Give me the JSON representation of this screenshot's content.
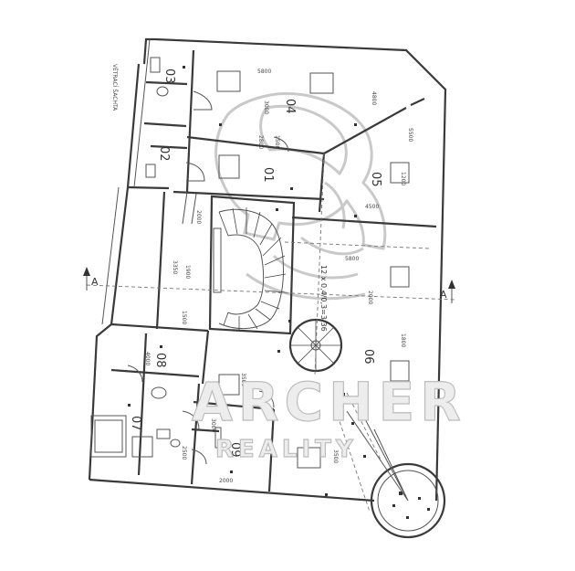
{
  "watermark": {
    "brand_main": "ARCHER",
    "brand_sub": "REALITY"
  },
  "rooms": [
    {
      "id": "r01",
      "label": "01",
      "rotate": 90
    },
    {
      "id": "r02",
      "label": "02",
      "rotate": 90
    },
    {
      "id": "r03",
      "label": "03",
      "rotate": 90
    },
    {
      "id": "r04",
      "label": "04",
      "rotate": 90
    },
    {
      "id": "r05",
      "label": "05",
      "rotate": 90
    },
    {
      "id": "r06",
      "label": "06",
      "rotate": 90
    },
    {
      "id": "r07",
      "label": "07",
      "rotate": 90
    },
    {
      "id": "r08",
      "label": "08",
      "rotate": 90
    },
    {
      "id": "r09",
      "label": "09",
      "rotate": 90
    }
  ],
  "section_markers": {
    "left": "A",
    "right": "A"
  },
  "dimensions": {
    "d1": "5800",
    "d2": "4800",
    "d3": "2800",
    "d4": "3000",
    "d5": "1500",
    "d6": "4500",
    "d7": "5800",
    "d8": "3350",
    "d9": "1900",
    "d10": "2000",
    "d11": "1200",
    "d12": "5500",
    "d13": "3500",
    "d14": "1500",
    "d15": "2500",
    "d16": "3500",
    "d17": "2000",
    "d18": "1800",
    "d19": "4000",
    "d20": "3000"
  },
  "notes": {
    "stair": "12 x 0,4/0,3=3,36",
    "stair_width": "2000",
    "left_note": "VĚTRACÍ ŠACHTA"
  }
}
